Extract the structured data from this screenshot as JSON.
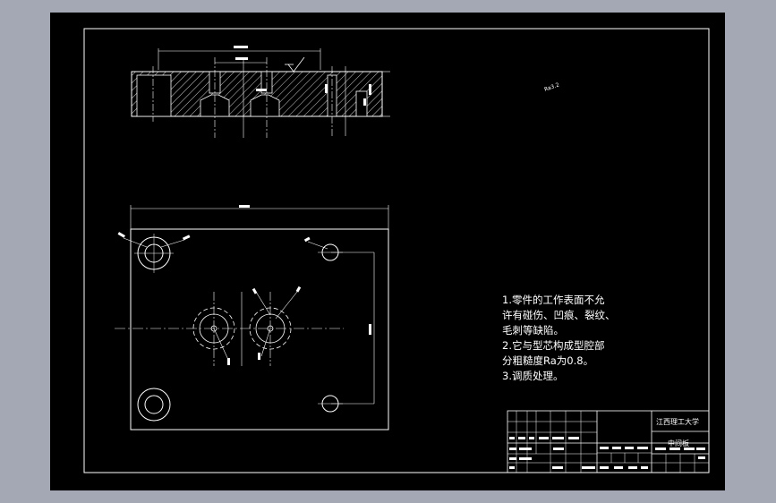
{
  "drawing": {
    "roughness_mark": "Ra3.2",
    "tech_requirements": [
      "1.零件的工作表面不允",
      "许有碰伤、凹痕、裂纹、",
      "毛刺等缺陷。",
      "2.它与型芯构成型腔部",
      "分粗糙度Ra为0.8。",
      "3.调质处理。"
    ]
  },
  "title_block": {
    "school": "江西理工大学",
    "part_name": "中间板"
  },
  "colors": {
    "background": "#000000",
    "window": "#a3a8b4",
    "line": "#ffffff",
    "hatch": "#ffffff",
    "center_line": "#ffffff"
  }
}
